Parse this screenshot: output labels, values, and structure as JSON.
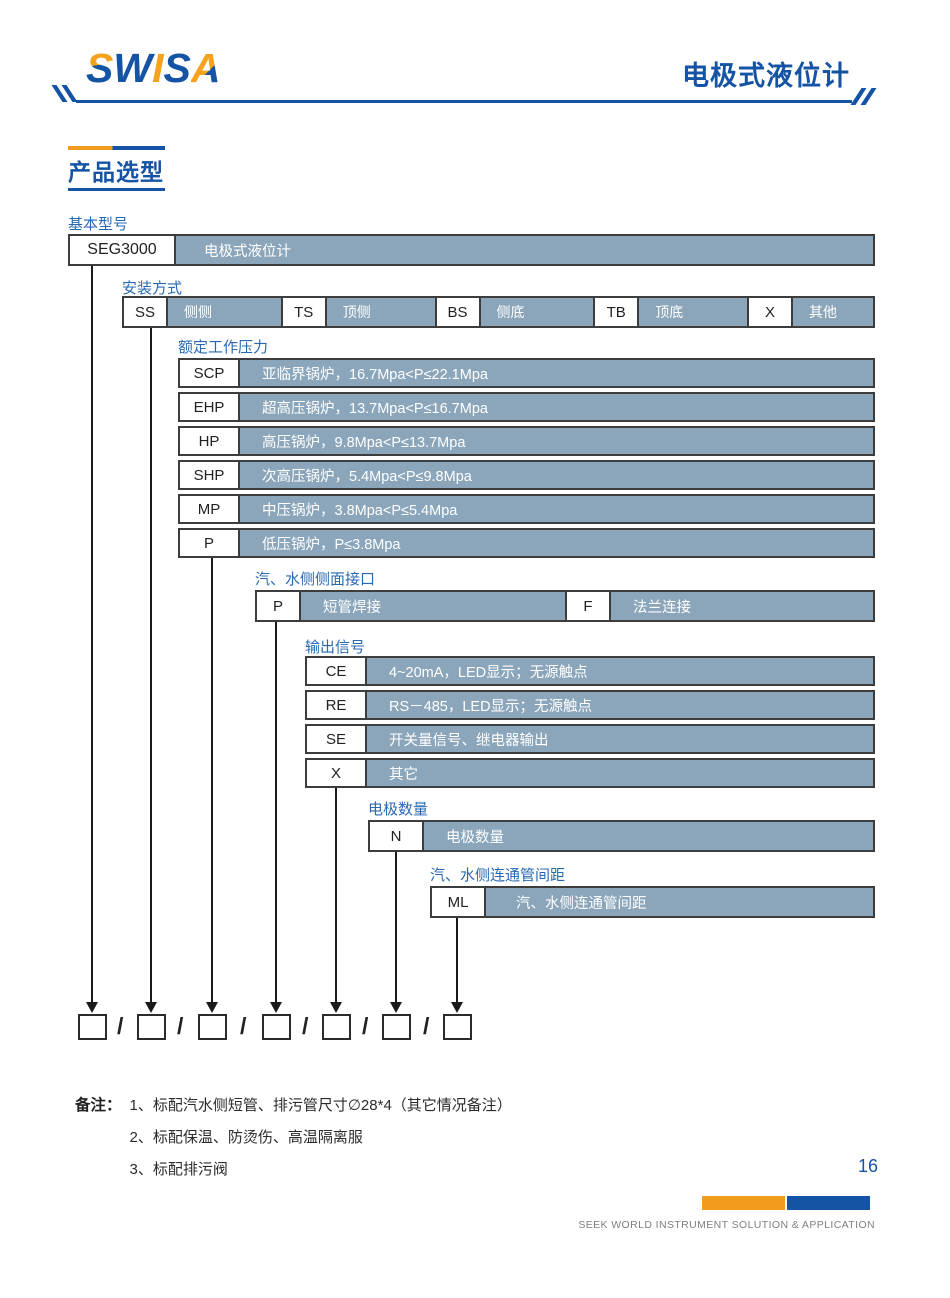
{
  "colors": {
    "brand_blue": "#1553A5",
    "accent_orange": "#F29C1B",
    "cell_fill_blue_gray": "#8BA6BB",
    "border_dark": "#3D3D3D"
  },
  "header": {
    "logo_letters": [
      "S",
      "W",
      "I",
      "S",
      "A"
    ],
    "title": "电极式液位计"
  },
  "section": {
    "title": "产品选型"
  },
  "selector": {
    "separator": "/",
    "groups": [
      {
        "label": "基本型号",
        "options": [
          {
            "code": "SEG3000",
            "desc": "电极式液位计"
          }
        ]
      },
      {
        "label": "安装方式",
        "options": [
          {
            "code": "SS",
            "desc": "侧侧"
          },
          {
            "code": "TS",
            "desc": "顶侧"
          },
          {
            "code": "BS",
            "desc": "侧底"
          },
          {
            "code": "TB",
            "desc": "顶底"
          },
          {
            "code": "X",
            "desc": "其他"
          }
        ]
      },
      {
        "label": "额定工作压力",
        "options": [
          {
            "code": "SCP",
            "desc": "亚临界锅炉，16.7Mpa<P≤22.1Mpa"
          },
          {
            "code": "EHP",
            "desc": "超高压锅炉，13.7Mpa<P≤16.7Mpa"
          },
          {
            "code": "HP",
            "desc": "高压锅炉，9.8Mpa<P≤13.7Mpa"
          },
          {
            "code": "SHP",
            "desc": "次高压锅炉，5.4Mpa<P≤9.8Mpa"
          },
          {
            "code": "MP",
            "desc": "中压锅炉，3.8Mpa<P≤5.4Mpa"
          },
          {
            "code": "P",
            "desc": "低压锅炉，P≤3.8Mpa"
          }
        ]
      },
      {
        "label": "汽、水侧侧面接口",
        "options": [
          {
            "code": "P",
            "desc": "短管焊接"
          },
          {
            "code": "F",
            "desc": "法兰连接"
          }
        ]
      },
      {
        "label": "输出信号",
        "options": [
          {
            "code": "CE",
            "desc": "4~20mA，LED显示；无源触点"
          },
          {
            "code": "RE",
            "desc": "RS－485，LED显示；无源触点"
          },
          {
            "code": "SE",
            "desc": "开关量信号、继电器输出"
          },
          {
            "code": "X",
            "desc": "其它"
          }
        ]
      },
      {
        "label": "电极数量",
        "options": [
          {
            "code": "N",
            "desc": "电极数量"
          }
        ]
      },
      {
        "label": "汽、水侧连通管间距",
        "options": [
          {
            "code": "ML",
            "desc": "汽、水侧连通管间距"
          }
        ]
      }
    ]
  },
  "notes": {
    "label": "备注：",
    "items": [
      "1、标配汽水侧短管、排污管尺寸∅28*4（其它情况备注）",
      "2、标配保温、防烫伤、高温隔离服",
      "3、标配排污阀"
    ]
  },
  "footer": {
    "page_number": "16",
    "slogan": "SEEK WORLD INSTRUMENT SOLUTION & APPLICATION"
  }
}
